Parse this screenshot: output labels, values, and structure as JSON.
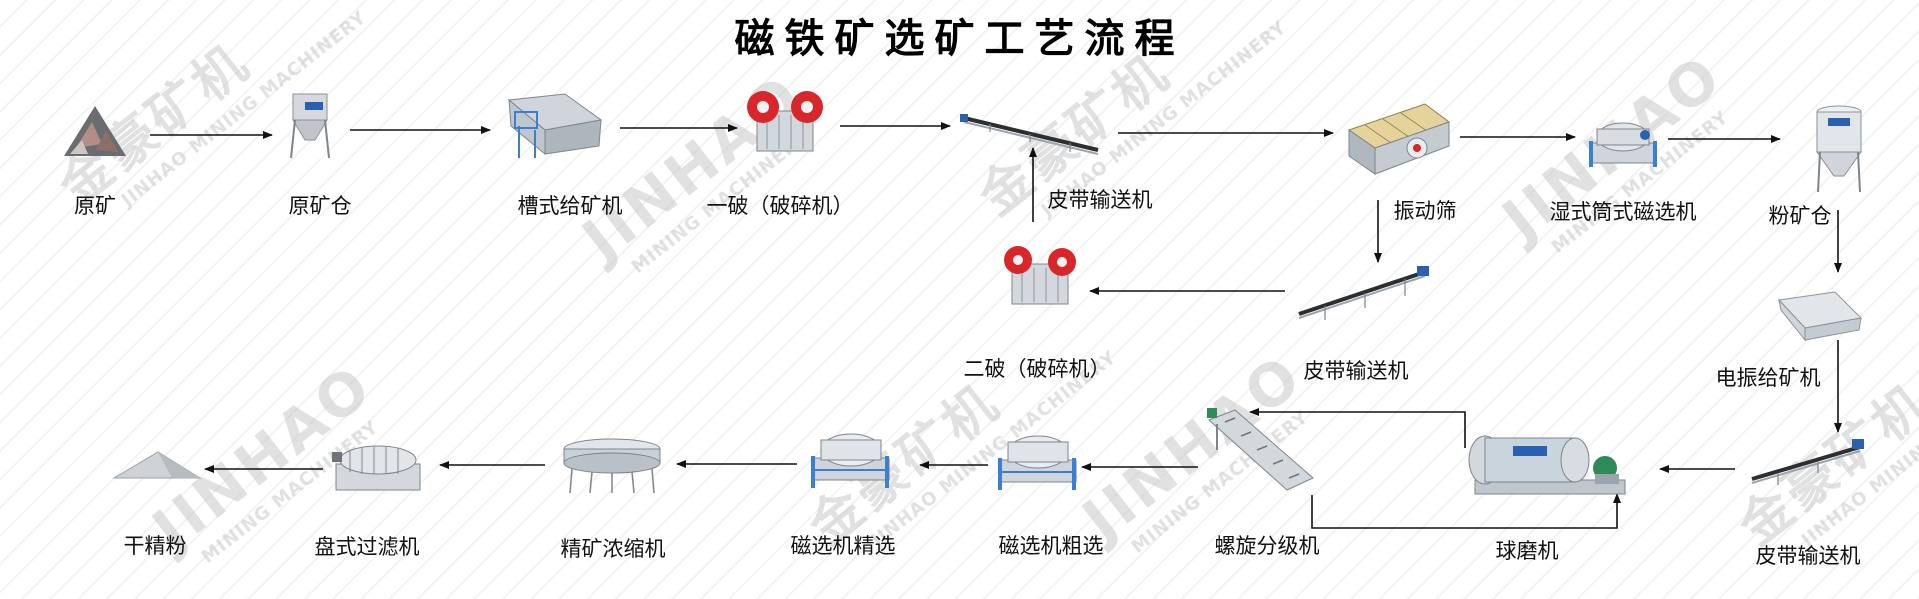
{
  "title": "磁铁矿选矿工艺流程",
  "watermark": {
    "brand_cn": "金豪矿机",
    "brand_en": "JINHAO",
    "sub_en": "MINING MACHINERY",
    "sub_en_alt": "JINHAO MINING MACHINERY"
  },
  "stages": {
    "raw_ore": "原矿",
    "raw_ore_bin": "原矿仓",
    "trough_feeder": "槽式给矿机",
    "primary_crusher": "一破（破碎机）",
    "belt_conveyor_1": "皮带输送机",
    "vibrating_screen": "振动筛",
    "wet_drum_separator": "湿式筒式磁选机",
    "powder_bin": "粉矿仓",
    "belt_conveyor_2": "皮带输送机",
    "secondary_crusher": "二破（破碎机）",
    "electro_feeder": "电振给矿机",
    "belt_conveyor_3": "皮带输送机",
    "ball_mill": "球磨机",
    "spiral_classifier": "螺旋分级机",
    "mag_rough": "磁选机粗选",
    "mag_fine": "磁选机精选",
    "thickener": "精矿浓缩机",
    "disc_filter": "盘式过滤机",
    "dry_concentrate": "干精粉"
  },
  "colors": {
    "arrow": "#111111",
    "accent_red": "#d8262a",
    "steel": "#9aa4ae",
    "blue_frame": "#3a7fd5",
    "watermark": "#c9c9c9"
  }
}
